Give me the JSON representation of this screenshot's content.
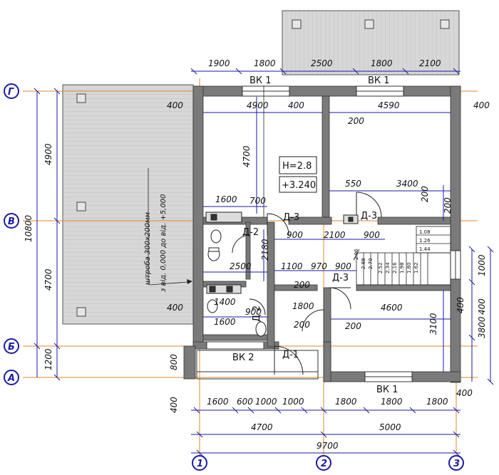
{
  "colors": {
    "wall": "#7a7a7a",
    "roof": "#d7d7d7",
    "axis_line": "#e08a2a",
    "dim_line": "#1a1aa8",
    "ink": "#111111"
  },
  "axes": {
    "columns": [
      "1",
      "2",
      "3"
    ],
    "rows": [
      "Г",
      "В",
      "Б",
      "А"
    ]
  },
  "top_dims": [
    "1900",
    "1800",
    "2500",
    "1800",
    "2100"
  ],
  "windows": {
    "vk1_top_left": "ВК 1",
    "vk1_top_right": "ВК 1",
    "vk1_bottom": "ВК 1",
    "vk2": "ВК 2"
  },
  "doors": {
    "d1": "Д-1",
    "d2a": "Д-2",
    "d2b": "Д-2",
    "d3a": "Д-3",
    "d3b": "Д-3",
    "d3c": "Д-3"
  },
  "level": {
    "height": "Н=2.8",
    "elevation": "+3.240"
  },
  "interior_dims": {
    "d4900": "4900",
    "d4590": "4590",
    "d400a": "400",
    "d400b": "400",
    "d400c": "400",
    "d400d": "400",
    "d200a": "200",
    "d200b": "200",
    "d200c": "200",
    "d200d": "200",
    "d200e": "200",
    "d4700": "4700",
    "d550": "550",
    "d3400": "3400",
    "d1600": "1600",
    "d700": "700",
    "d900a": "900",
    "d2100": "2100",
    "d900b": "900",
    "d2180": "2180",
    "d2500": "2500",
    "d1100": "1100",
    "d970": "970",
    "d900c": "900",
    "d1400": "1400",
    "d1800": "1800",
    "d1600b": "1600",
    "d900d": "900",
    "d4600": "4600",
    "d3100": "3100",
    "d1000": "1000",
    "d400e": "400",
    "d3800": "3800",
    "d800": "800"
  },
  "stair_steps": [
    "1.08",
    "1.26",
    "1.44",
    "2.06",
    "2.88",
    "2.70",
    "2.52",
    "2.34",
    "2.16",
    "1.98",
    "1.80",
    "1.62"
  ],
  "left_dims": {
    "d4900": "4900",
    "d4700": "4700",
    "d10800": "10800",
    "d1200": "1200"
  },
  "right_dims": {
    "d400top": "400",
    "d200": "200",
    "d1000": "1000",
    "d400": "400",
    "d3800": "3800",
    "d400bot": "400"
  },
  "bottom_row1": [
    "1600",
    "600",
    "1000",
    "1000",
    "1800",
    "1800",
    "1800"
  ],
  "bottom_row2": [
    "4700",
    "5000"
  ],
  "bottom_total": "9700",
  "bottom_left_400": "400",
  "note": {
    "line1": "штроба 300х200мм",
    "line2": "з від. 0,000 до від. +5,000"
  }
}
